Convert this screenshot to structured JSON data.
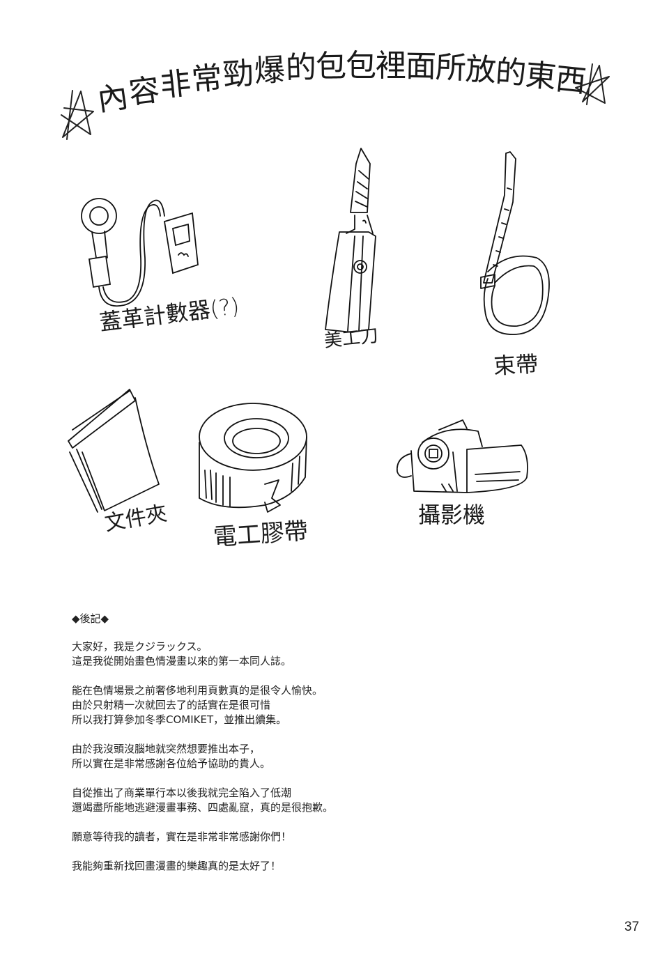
{
  "page": {
    "title": "內容非常勁爆的包包裡面所放的東西",
    "title_chars": [
      "內",
      "容",
      "非",
      "常",
      "勁",
      "爆",
      "的",
      "包",
      "包",
      "裡",
      "面",
      "所",
      "放",
      "的",
      "東",
      "西"
    ],
    "decorations": [
      "star-icon",
      "star-icon"
    ]
  },
  "items": [
    {
      "label": "蓋革計數器(?)",
      "icon": "geiger-counter-icon"
    },
    {
      "label": "美工刀",
      "icon": "box-cutter-icon"
    },
    {
      "label": "束帶",
      "icon": "cable-tie-icon"
    },
    {
      "label": "文件夾",
      "icon": "folder-icon"
    },
    {
      "label": "電工膠帶",
      "icon": "electrical-tape-icon"
    },
    {
      "label": "攝影機",
      "icon": "video-camera-icon"
    }
  ],
  "afterword": {
    "heading": "◆後記◆",
    "paragraphs": [
      [
        "大家好，我是クジラックス。",
        "這是我從開始畫色情漫畫以來的第一本同人誌。"
      ],
      [
        "能在色情場景之前奢侈地利用頁數真的是很令人愉快。",
        "由於只射精一次就回去了的話實在是很可惜",
        "所以我打算參加冬季COMIKET，並推出續集。"
      ],
      [
        "由於我沒頭沒腦地就突然想要推出本子，",
        "所以實在是非常感謝各位給予協助的貴人。"
      ],
      [
        "自從推出了商業單行本以後我就完全陷入了低潮",
        "還竭盡所能地逃避漫畫事務、四處亂竄，真的是很抱歉。"
      ],
      [
        "願意等待我的讀者，實在是非常非常感謝你們！"
      ],
      [
        "我能夠重新找回畫漫畫的樂趣真的是太好了！"
      ]
    ]
  },
  "page_number": "37"
}
